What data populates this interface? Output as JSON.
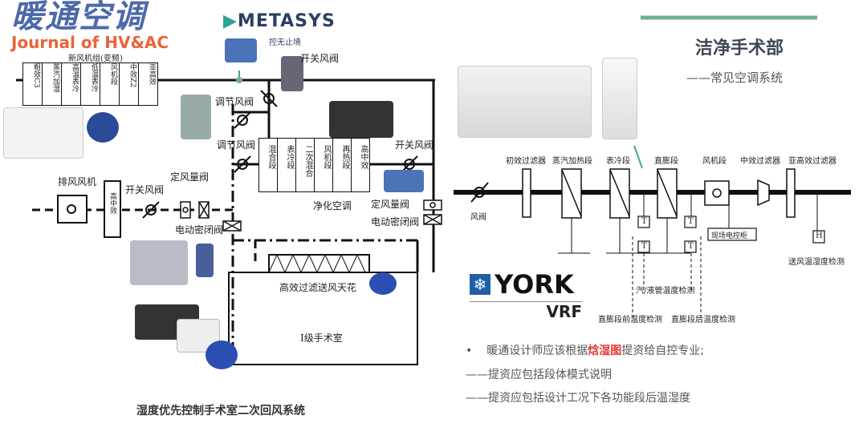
{
  "watermark": {
    "cn": "暖通空调",
    "en": "Journal of HV&AC",
    "blue": "#2e4f9c",
    "orange": "#e8643a"
  },
  "brand": {
    "metasys": "METASYS",
    "metasys_slogan": "控无止境",
    "york": "YORK",
    "york_sub": "VRF",
    "york_blue": "#1f5fa8"
  },
  "header": {
    "title": "洁净手术部",
    "subtitle": "——常见空调系统",
    "accent": "#6fae8f"
  },
  "left_diagram": {
    "top_label": "新风机组(变频)",
    "fresh_ahu_sections": [
      "粗效C3",
      "蒸汽加湿",
      "高温表冷",
      "低温表冷",
      "风机段",
      "中效Z2",
      "亚高效"
    ],
    "purify_ahu_sections": [
      "混合段",
      "表冷段",
      "二次混合",
      "风机段",
      "再热段",
      "高中效"
    ],
    "purify_ahu_label": "净化空调",
    "labels": {
      "on_off_damper_top": "开关风阀",
      "adjust_damper_1": "调节风阀",
      "adjust_damper_2": "调节风阀",
      "on_off_damper_right": "开关风阀",
      "exhaust_fan": "排风风机",
      "exhaust_filter": "高中效",
      "on_off_damper_left": "开关风阀",
      "cav_left": "定风量阀",
      "shutoff_left": "电动密闭阀",
      "cav_right": "定风量阀",
      "shutoff_right": "电动密闭阀",
      "hepa_ceiling": "高效过滤送风天花",
      "room": "Ⅰ级手术室"
    },
    "caption": "湿度优先控制手术室二次回风系统"
  },
  "right_diagram": {
    "components": [
      "初效过滤器",
      "蒸汽加热段",
      "表冷段",
      "直膨段",
      "风机段",
      "中效过滤器",
      "亚高效过滤器"
    ],
    "damper": "风阀",
    "control_cabinet": "现场电控柜",
    "sensor_h": "H",
    "sensor_t": "T",
    "supply_sensor": "送风温湿度检测",
    "pipe_temp": "汽/液管温度检测",
    "dx_before": "直膨段前温度检测",
    "dx_after": "直膨段后温度检测"
  },
  "notes": {
    "bullet_pre": "暖通设计师应该根据",
    "bullet_highlight": "焓湿图",
    "bullet_post": "提资给自控专业;",
    "highlight_color": "#e53935",
    "line2": "——提资应包括段体模式说明",
    "line3": "——提资应包括设计工况下各功能段后温湿度"
  }
}
